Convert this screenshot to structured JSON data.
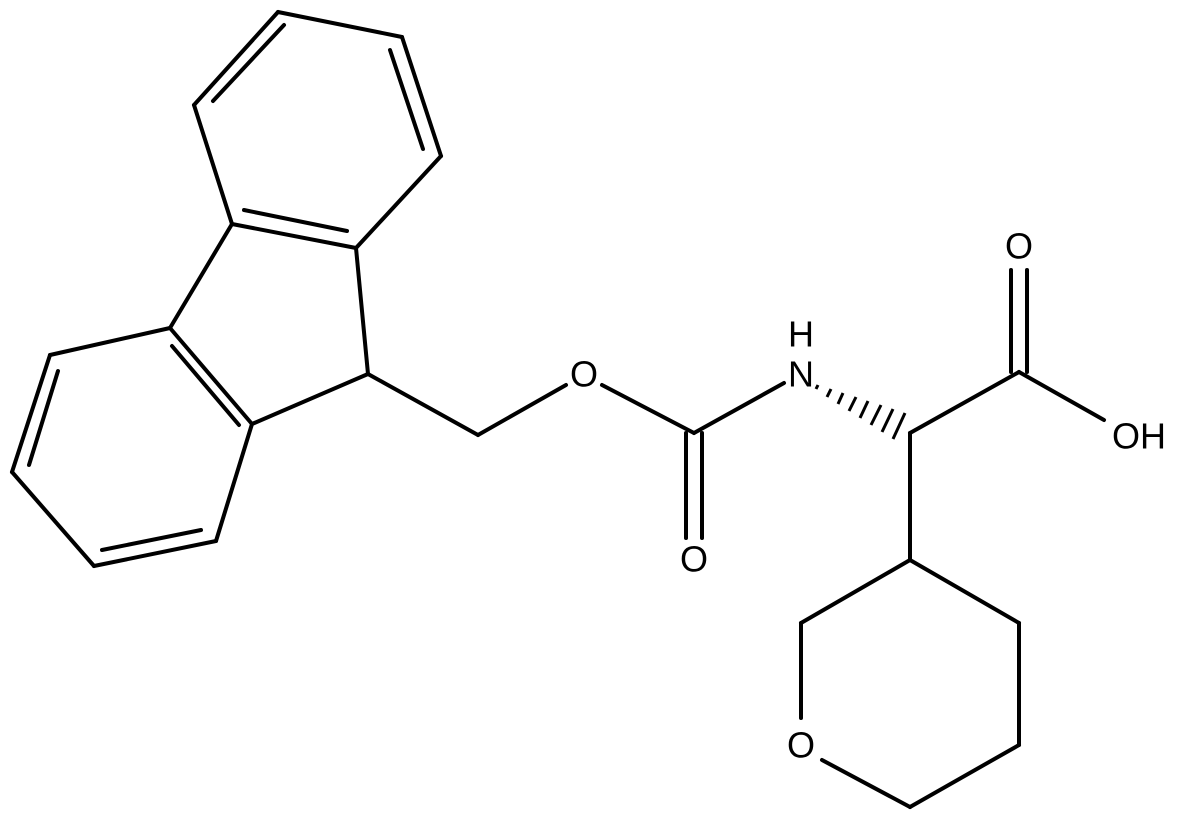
{
  "atom_labels": {
    "ester_oxygen": "O",
    "amide_nitrogen": "N",
    "amide_hydrogen": "H",
    "carbonyl_oxygen": "O",
    "acid_carbonyl_oxygen": "O",
    "hydroxyl": "OH",
    "ring_oxygen": "O"
  },
  "colors": {
    "bond": "#000000",
    "label": "#000000",
    "background": "#ffffff"
  }
}
